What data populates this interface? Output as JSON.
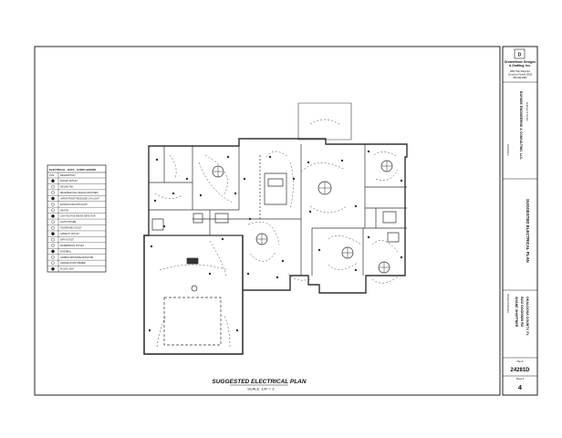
{
  "drawing": {
    "title": "SUGGESTED ELECTRICAL PLAN",
    "scale": "SCALE: 1/4\" = 1'"
  },
  "legend": {
    "title": "ELECTRICAL - DATA - AUDIO LEGEND",
    "header_symbol": "SYM",
    "header_description": "DESCRIPTION",
    "rows": [
      "DUPLEX OUTLET",
      "CEILING FAN",
      "RECESSED CAN (CEILING MOUNTED)",
      "VAPOR PROOF RECESSED CAN LIGHT",
      "EXHAUST FAN WITH LIGHT",
      "SWITCH",
      "LOW VOLTAGE SMOKE DETECTOR",
      "LIGHT FIXTURE",
      "TELEPHONE OUTLET",
      "CABLE TV OUTLET",
      "DATA OUTLET",
      "WATERPROOF OUTLET",
      "DOORBELL",
      "CARBON MONOXIDE DETECTOR",
      "GARAGE DOOR OPENER",
      "FLOOD LIGHT"
    ]
  },
  "title_block": {
    "firm_name": "DreamHome Designs",
    "firm_name2": "& Drafting, Inc.",
    "firm_address1": "(###) High Ridge Rd.",
    "firm_address2": "Crestview, Florida 32536",
    "firm_phone": "850-###-####",
    "engineer_label": "ENGINEER",
    "engineer_name": "BAYSIDE ENGINEERING & CONSULTING, LLC.",
    "engineer_detail": "Engineer of Record",
    "sheet_title": "SUGGESTED ELECTRICAL PLAN",
    "project_label": "PROJECT/OWNER",
    "project_line1": "SHANE SHOFFNER",
    "project_line2": "5412 GOODWIN RD",
    "project_line3": "OKALOOSA COUNTY, FL",
    "plan_label": "Plan #",
    "plan_number": "24281D",
    "sheet_label": "Sheet #",
    "sheet_number": "4"
  }
}
